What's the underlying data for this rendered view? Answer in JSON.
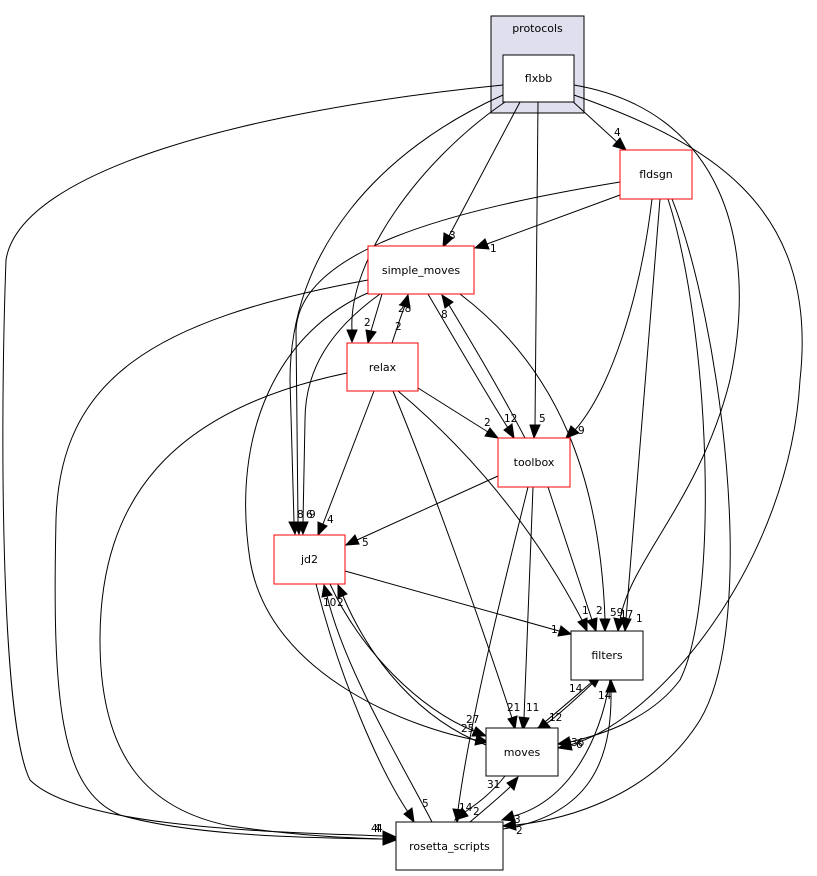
{
  "colors": {
    "cluster_fill": "#dfdfee",
    "cluster_stroke": "#000000",
    "focus_fill": "#eeeeff",
    "red_border": "#ff0000",
    "black_border": "#000000",
    "edge": "#000000"
  },
  "cluster": {
    "label": "protocols"
  },
  "nodes": {
    "flxbb": "flxbb",
    "fldsgn": "fldsgn",
    "simple_moves": "simple_moves",
    "relax": "relax",
    "toolbox": "toolbox",
    "jd2": "jd2",
    "filters": "filters",
    "moves": "moves",
    "rosetta_scripts": "rosetta_scripts"
  },
  "edges": [
    {
      "from": "flxbb",
      "to": "fldsgn",
      "count": "4"
    },
    {
      "from": "flxbb",
      "to": "simple_moves",
      "count": "3"
    },
    {
      "from": "flxbb",
      "to": "toolbox",
      "count": "5"
    },
    {
      "from": "flxbb",
      "to": "relax",
      "count": "2"
    },
    {
      "from": "flxbb",
      "to": "jd2",
      "count": "8"
    },
    {
      "from": "flxbb",
      "to": "filters",
      "count": "1"
    },
    {
      "from": "flxbb",
      "to": "moves",
      "count": "6"
    },
    {
      "from": "flxbb",
      "to": "rosetta_scripts",
      "count": "4"
    },
    {
      "from": "fldsgn",
      "to": "simple_moves",
      "count": "1"
    },
    {
      "from": "fldsgn",
      "to": "toolbox",
      "count": "9"
    },
    {
      "from": "fldsgn",
      "to": "jd2",
      "count": "6"
    },
    {
      "from": "fldsgn",
      "to": "filters",
      "count": "17"
    },
    {
      "from": "fldsgn",
      "to": "moves",
      "count": "36"
    },
    {
      "from": "fldsgn",
      "to": "rosetta_scripts",
      "count": "2"
    },
    {
      "from": "simple_moves",
      "to": "relax",
      "count": "2"
    },
    {
      "from": "simple_moves",
      "to": "toolbox",
      "count": "12"
    },
    {
      "from": "simple_moves",
      "to": "jd2",
      "count": "9"
    },
    {
      "from": "simple_moves",
      "to": "filters",
      "count": "59"
    },
    {
      "from": "simple_moves",
      "to": "moves",
      "count": "27"
    },
    {
      "from": "simple_moves",
      "to": "rosetta_scripts",
      "count": "4"
    },
    {
      "from": "relax",
      "to": "simple_moves",
      "count": "28"
    },
    {
      "from": "relax",
      "to": "toolbox",
      "count": "2"
    },
    {
      "from": "relax",
      "to": "jd2",
      "count": "4"
    },
    {
      "from": "relax",
      "to": "filters",
      "count": "2"
    },
    {
      "from": "relax",
      "to": "moves",
      "count": "21"
    },
    {
      "from": "relax",
      "to": "rosetta_scripts",
      "count": "4"
    },
    {
      "from": "toolbox",
      "to": "simple_moves",
      "count": "8"
    },
    {
      "from": "toolbox",
      "to": "jd2",
      "count": "5"
    },
    {
      "from": "toolbox",
      "to": "filters",
      "count": "1"
    },
    {
      "from": "toolbox",
      "to": "moves",
      "count": "11"
    },
    {
      "from": "toolbox",
      "to": "rosetta_scripts",
      "count": "14"
    },
    {
      "from": "jd2",
      "to": "filters",
      "count": "1"
    },
    {
      "from": "jd2",
      "to": "moves",
      "count": "25"
    },
    {
      "from": "jd2",
      "to": "rosetta_scripts",
      "count": "5"
    },
    {
      "from": "moves",
      "to": "jd2",
      "count": "10"
    },
    {
      "from": "moves",
      "to": "filters",
      "count": "14"
    },
    {
      "from": "moves",
      "to": "rosetta_scripts",
      "count": "2"
    },
    {
      "from": "filters",
      "to": "moves",
      "count": "12"
    },
    {
      "from": "filters",
      "to": "rosetta_scripts",
      "count": "3"
    },
    {
      "from": "rosetta_scripts",
      "to": "jd2",
      "count": "2"
    },
    {
      "from": "rosetta_scripts",
      "to": "moves",
      "count": "31"
    },
    {
      "from": "rosetta_scripts",
      "to": "filters",
      "count": "14"
    }
  ]
}
